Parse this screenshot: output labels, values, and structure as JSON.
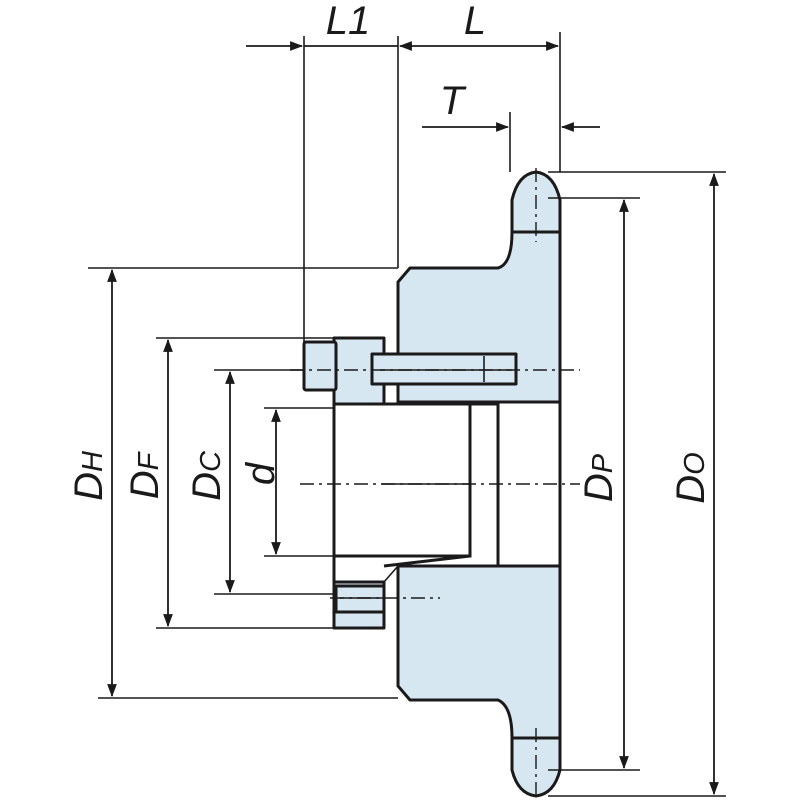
{
  "dimensions": {
    "L1": {
      "main": "L1",
      "sub": ""
    },
    "L": {
      "main": "L",
      "sub": ""
    },
    "T": {
      "main": "T",
      "sub": ""
    },
    "DH": {
      "main": "D",
      "sub": "H"
    },
    "DF": {
      "main": "D",
      "sub": "F"
    },
    "DC": {
      "main": "D",
      "sub": "C"
    },
    "d": {
      "main": "d",
      "sub": ""
    },
    "DP": {
      "main": "D",
      "sub": "P"
    },
    "DO": {
      "main": "D",
      "sub": "O"
    }
  }
}
